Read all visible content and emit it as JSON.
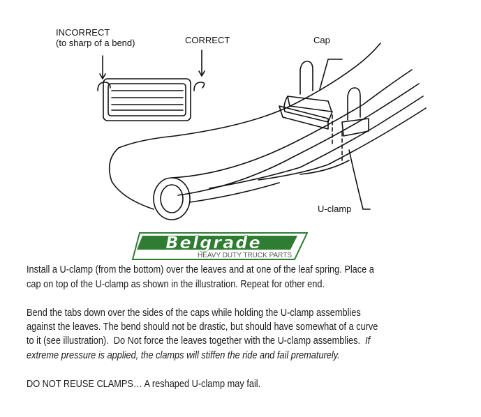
{
  "diagram": {
    "labels": {
      "incorrect": "INCORRECT",
      "incorrect_note": "(to sharp of a bend)",
      "correct": "CORRECT",
      "cap": "Cap",
      "u_clamp": "U-clamp"
    }
  },
  "logo": {
    "brand": "Belgrade",
    "tagline": "HEAVY DUTY TRUCK PARTS",
    "color": "#2e7d32"
  },
  "instructions": {
    "p1": [
      "Install a U-clamp (from the bottom) over the leaves and at one of the leaf spring.  Place a",
      "cap on top of the U-clamp as shown in the illustration.  Repeat for other end."
    ],
    "p2": [
      "Bend the tabs down over the sides of the caps while holding the U-clamp assemblies",
      "against the leaves.  The bend should not be drastic, but should have somewhat of a curve",
      "to it (see illustration).  Do Not force the leaves together with the U-clamp assemblies.  "
    ],
    "p2_italic_a": "If",
    "p2_italic_b": "extreme pressure is applied, the clamps will stiffen the ride and fail prematurely.",
    "p3": "DO NOT REUSE CLAMPS…  A reshaped U-clamp may fail."
  }
}
